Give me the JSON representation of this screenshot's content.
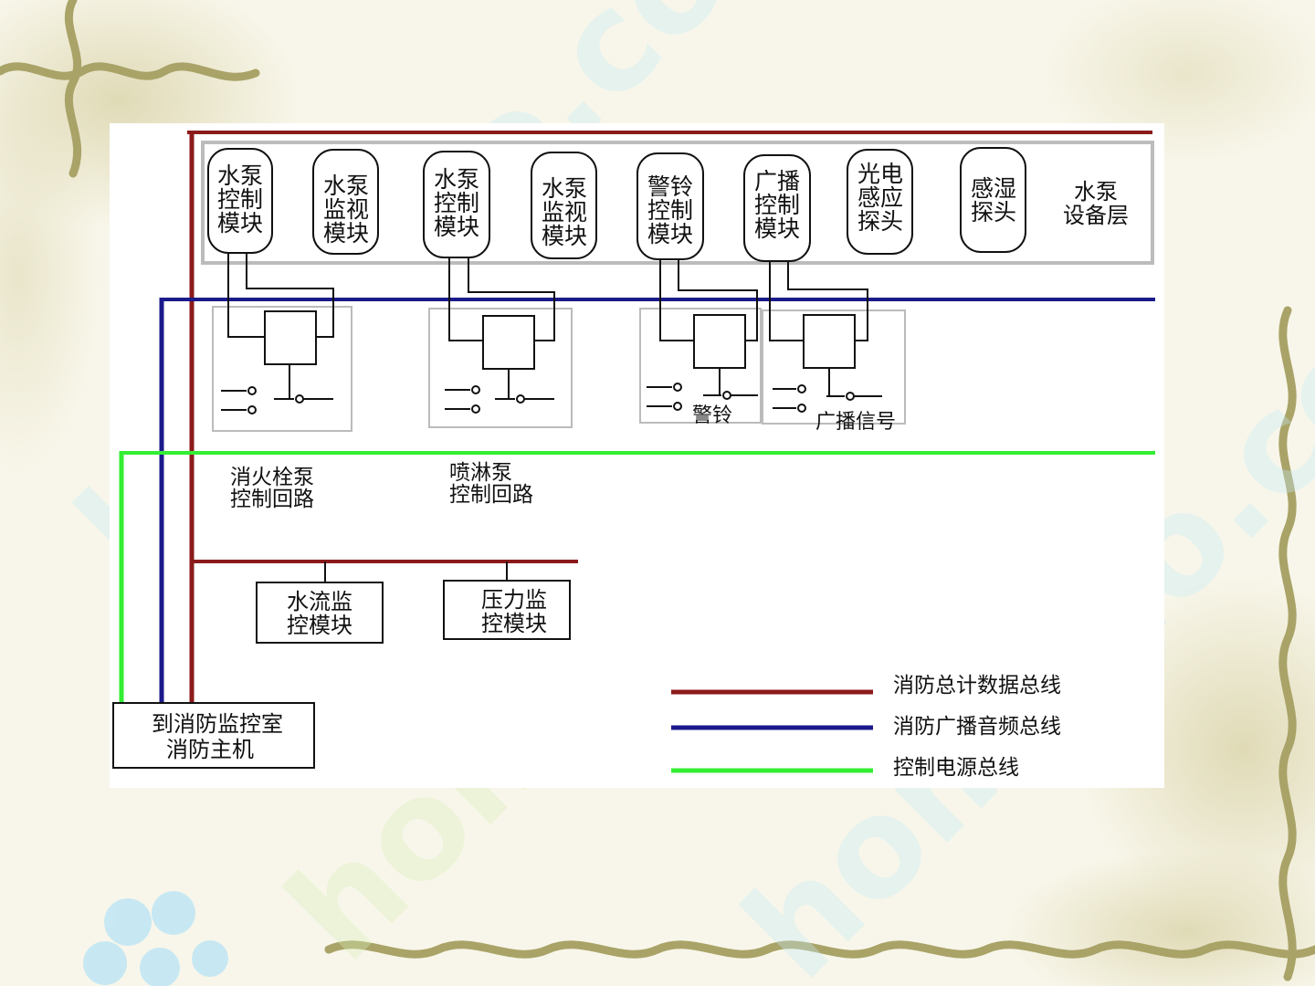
{
  "diagram": {
    "modules": [
      {
        "id": "m1",
        "lines": [
          "水泵",
          "控制",
          "模块"
        ]
      },
      {
        "id": "m2",
        "lines": [
          "水泵",
          "监视",
          "模块"
        ]
      },
      {
        "id": "m3",
        "lines": [
          "水泵",
          "控制",
          "模块"
        ]
      },
      {
        "id": "m4",
        "lines": [
          "水泵",
          "监视",
          "模块"
        ]
      },
      {
        "id": "m5",
        "lines": [
          "警铃",
          "控制",
          "模块"
        ]
      },
      {
        "id": "m6",
        "lines": [
          "广播",
          "控制",
          "模块"
        ]
      },
      {
        "id": "m7",
        "lines": [
          "光电",
          "感应",
          "探头"
        ]
      },
      {
        "id": "m8",
        "lines": [
          "感湿",
          "探头"
        ]
      }
    ],
    "layer_label": [
      "水泵",
      "设备层"
    ],
    "circuit_labels": {
      "hydrant": [
        "消火栓泵",
        "控制回路"
      ],
      "sprinkler": [
        "喷淋泵",
        "控制回路"
      ],
      "bell": "警铃",
      "broadcast": "广播信号"
    },
    "monitor_modules": {
      "flow": [
        "水流监",
        "控模块"
      ],
      "pressure": [
        "压力监",
        "控模块"
      ]
    },
    "host": [
      "到消防监控室",
      "消防主机"
    ],
    "legend": [
      {
        "label": "消防总计数据总线",
        "color": "#8b1a1a"
      },
      {
        "label": "消防广播音频总线",
        "color": "#1a1a8b"
      },
      {
        "label": "控制电源总线",
        "color": "#33ee33"
      }
    ],
    "watermark": "homedo.com"
  }
}
